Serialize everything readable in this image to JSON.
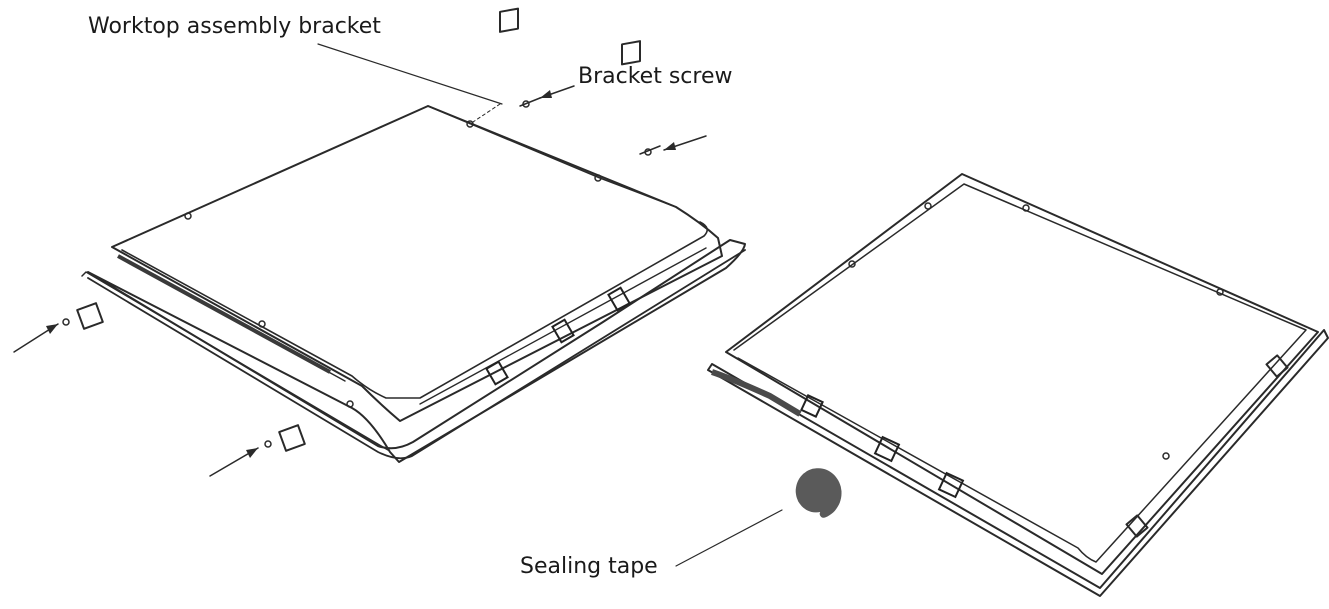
{
  "labels": {
    "bracket": "Worktop assembly bracket",
    "screw": "Bracket screw",
    "tape": "Sealing tape"
  },
  "colors": {
    "line": "#2a2a2a",
    "tape": "#5a5a5a",
    "background": "#ffffff"
  }
}
